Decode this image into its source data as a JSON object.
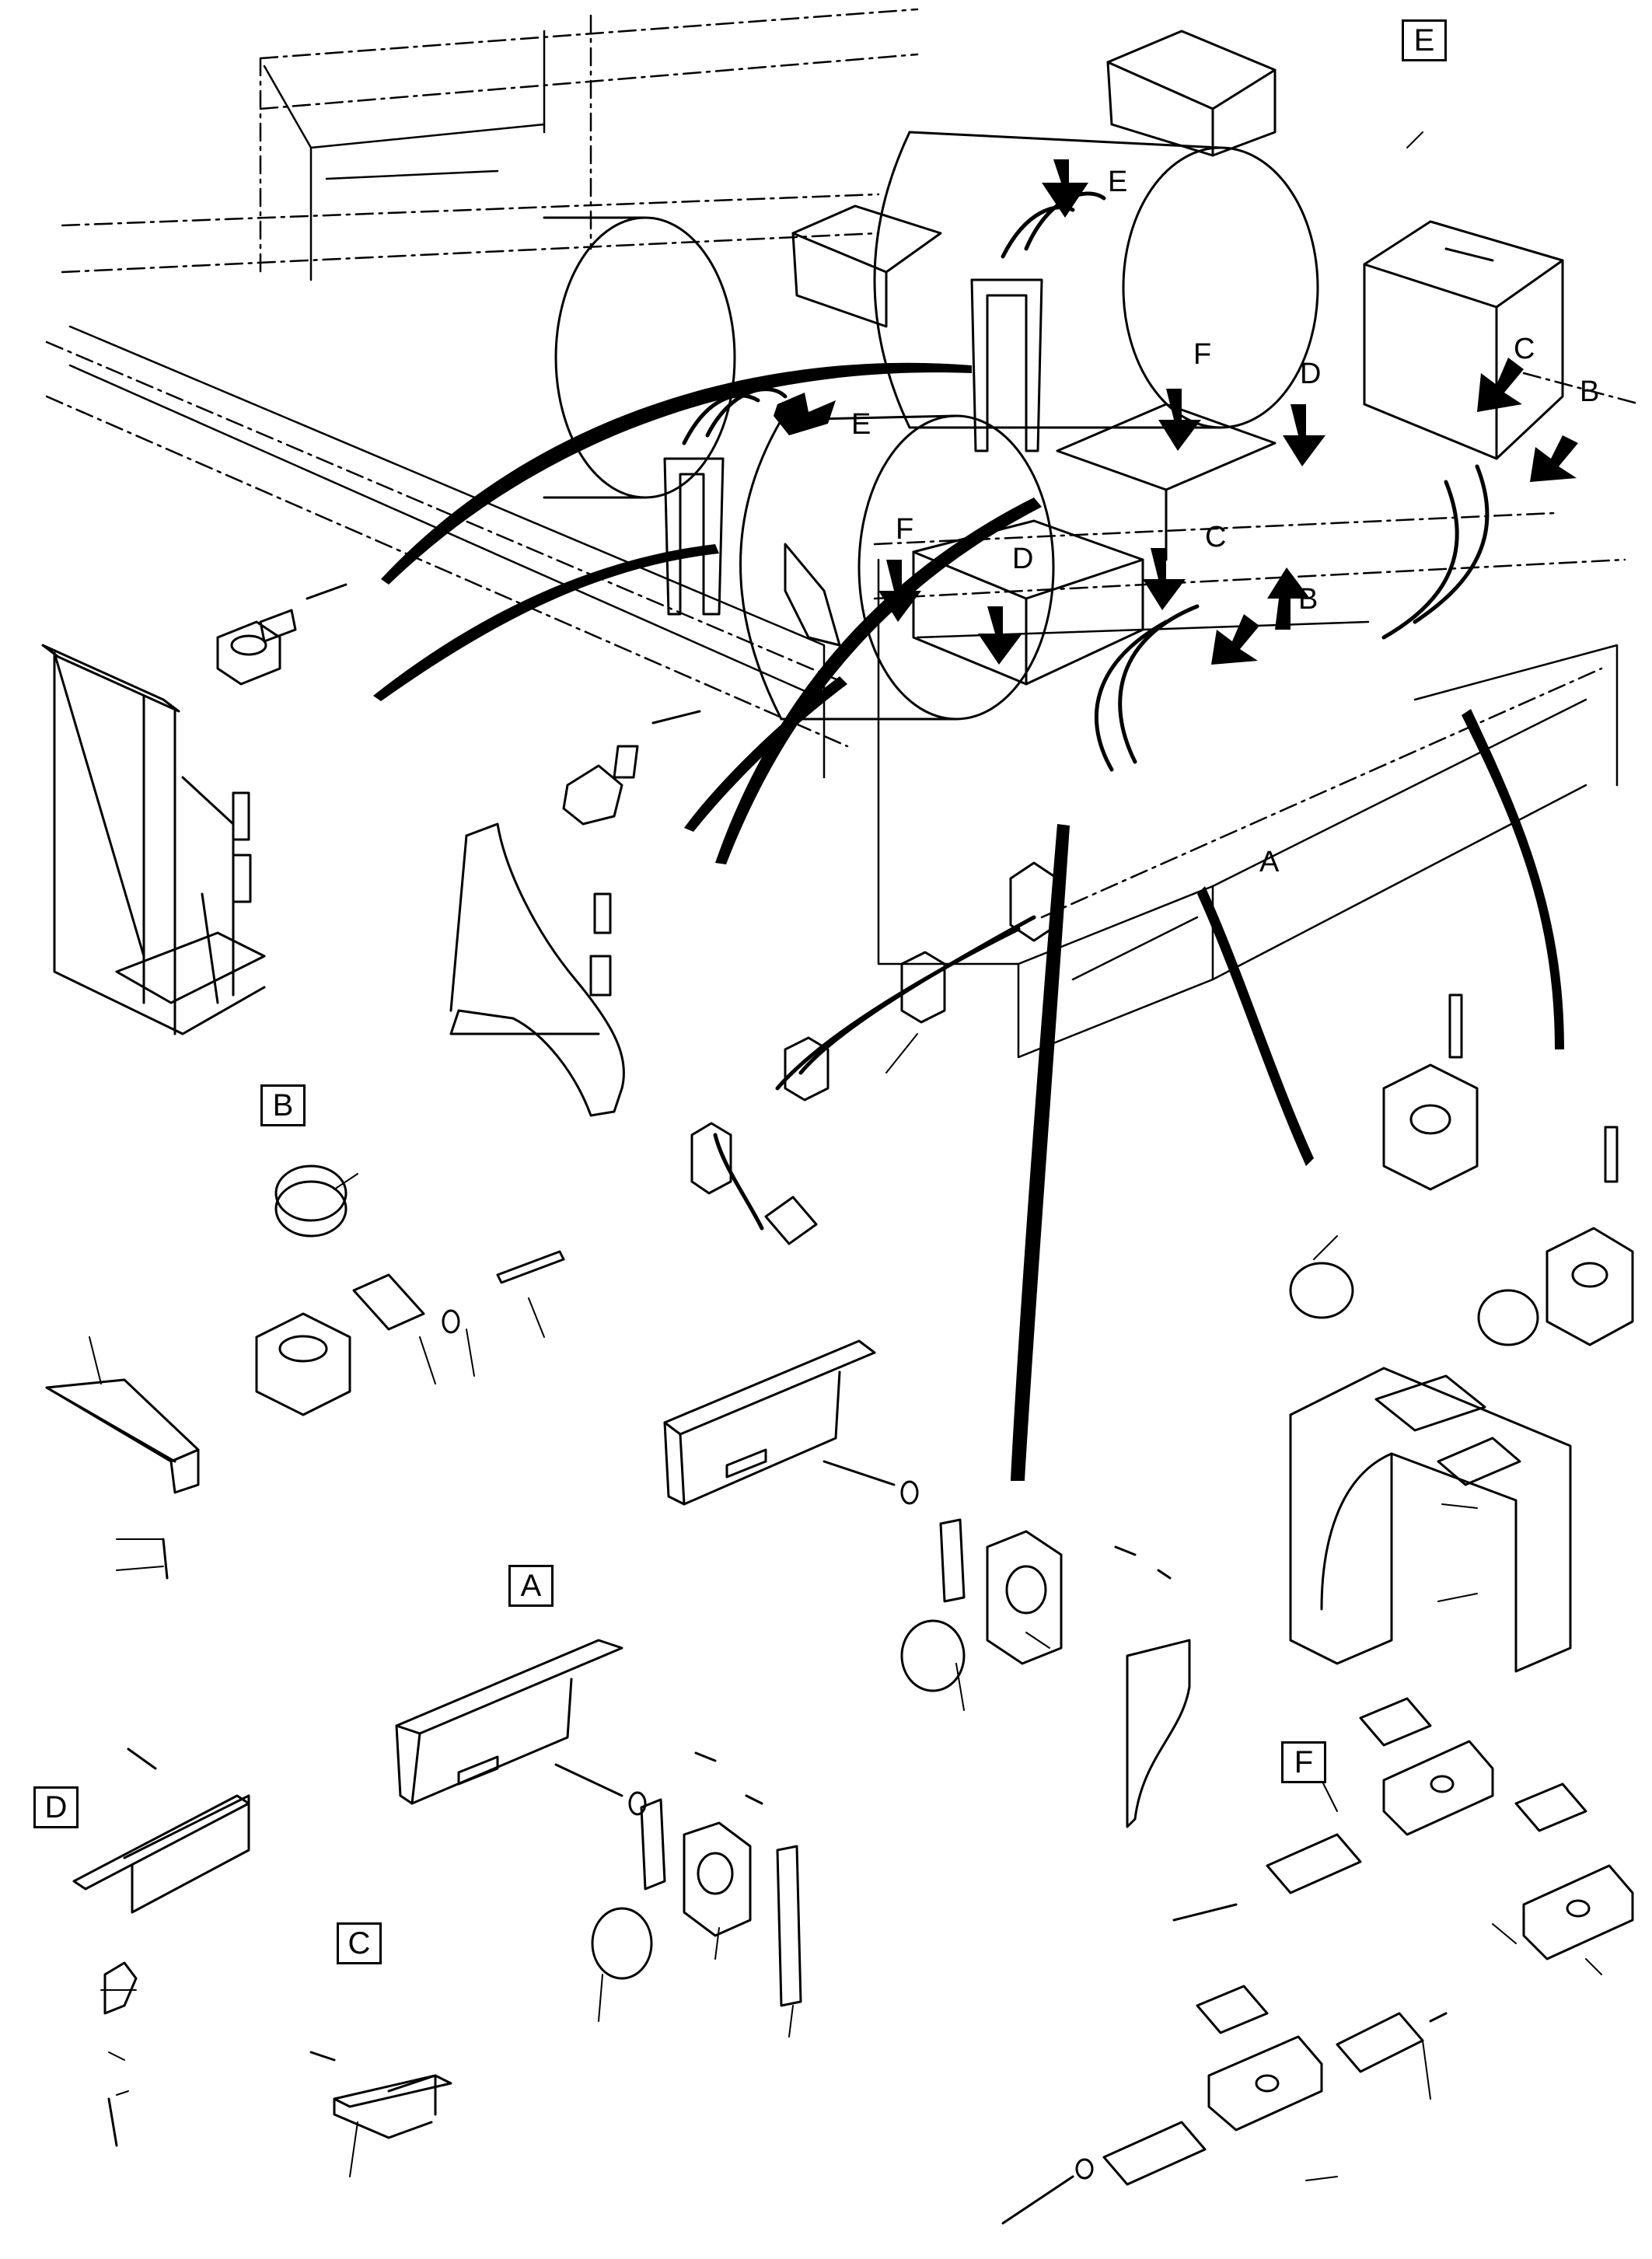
{
  "detail_labels": [
    "E",
    "B",
    "A",
    "D",
    "C",
    "F"
  ],
  "callout_letters": [
    "E",
    "E",
    "F",
    "F",
    "D",
    "D",
    "C",
    "C",
    "B",
    "B",
    "A"
  ],
  "colors": {
    "ink": "#000000",
    "paper": "#ffffff",
    "arrow": "#000000"
  }
}
